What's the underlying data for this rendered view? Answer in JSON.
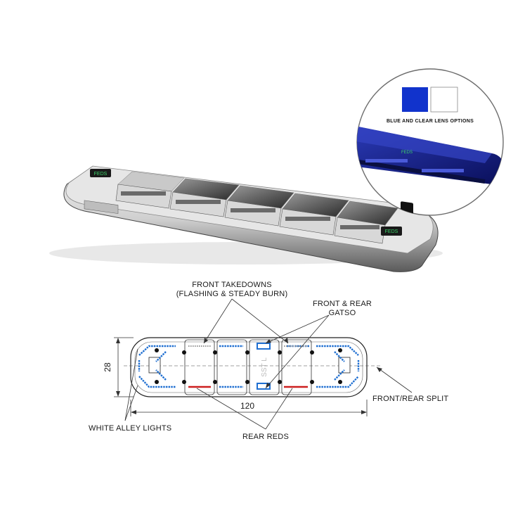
{
  "inset": {
    "caption": "BLUE AND CLEAR LENS OPTIONS",
    "swatches": [
      {
        "name": "blue",
        "color": "#1133cc"
      },
      {
        "name": "clear",
        "color": "#ffffff"
      }
    ]
  },
  "labels": {
    "front_takedowns_1": "FRONT TAKEDOWNS",
    "front_takedowns_2": "(FLASHING & STEADY BURN)",
    "gatso_1": "FRONT & REAR",
    "gatso_2": "GATSO",
    "split": "FRONT/REAR SPLIT",
    "alley": "WHITE ALLEY LIGHTS",
    "rear_reds": "REAR REDS",
    "brand": "FEDS"
  },
  "dimensions": {
    "height": "28",
    "width": "120"
  },
  "colors": {
    "blue_led": "#1f6fd1",
    "red_led": "#cc1f1f",
    "lens_blue": "#1a2a9a"
  }
}
